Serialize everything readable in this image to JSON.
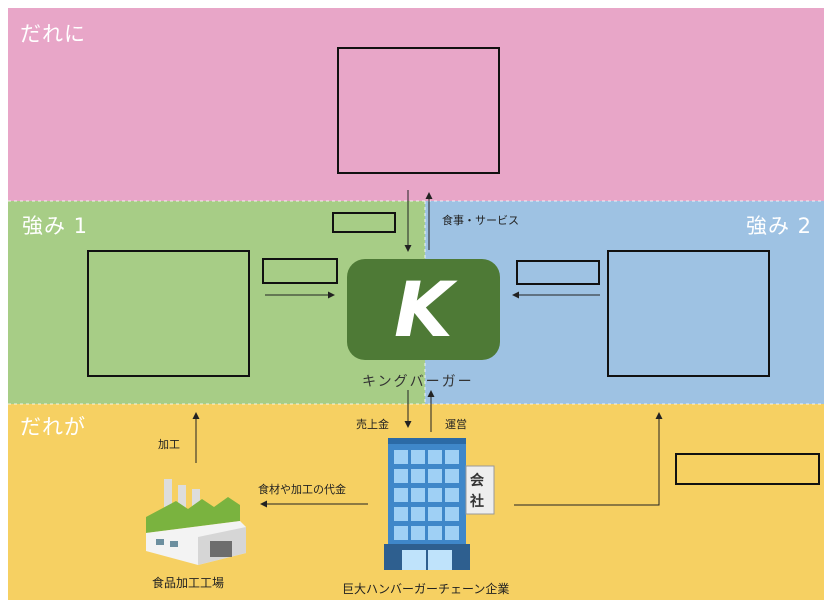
{
  "colors": {
    "pink_zone": "#e8a6c8",
    "green_zone": "#a7cd86",
    "blue_zone": "#9ec2e3",
    "yellow_zone": "#f6d062",
    "logo_green": "#4e7a36",
    "building_blue": "#3f87c9",
    "factory_green": "#7ab33f"
  },
  "zones": {
    "top_label": "だれに",
    "left_label": "強み 1",
    "right_label": "強み 2",
    "bottom_label": "だれが"
  },
  "brand": {
    "logo_letter": "K",
    "name": "キングバーガー"
  },
  "flows": {
    "food_service": "食事・サービス",
    "sales": "売上金",
    "operation": "運営",
    "processing": "加工",
    "ingredients_payment": "食材や加工の代金"
  },
  "entities": {
    "company_sign_1": "会",
    "company_sign_2": "社",
    "company_name": "巨大ハンバーガーチェーン企業",
    "factory_name": "食品加工工場"
  }
}
